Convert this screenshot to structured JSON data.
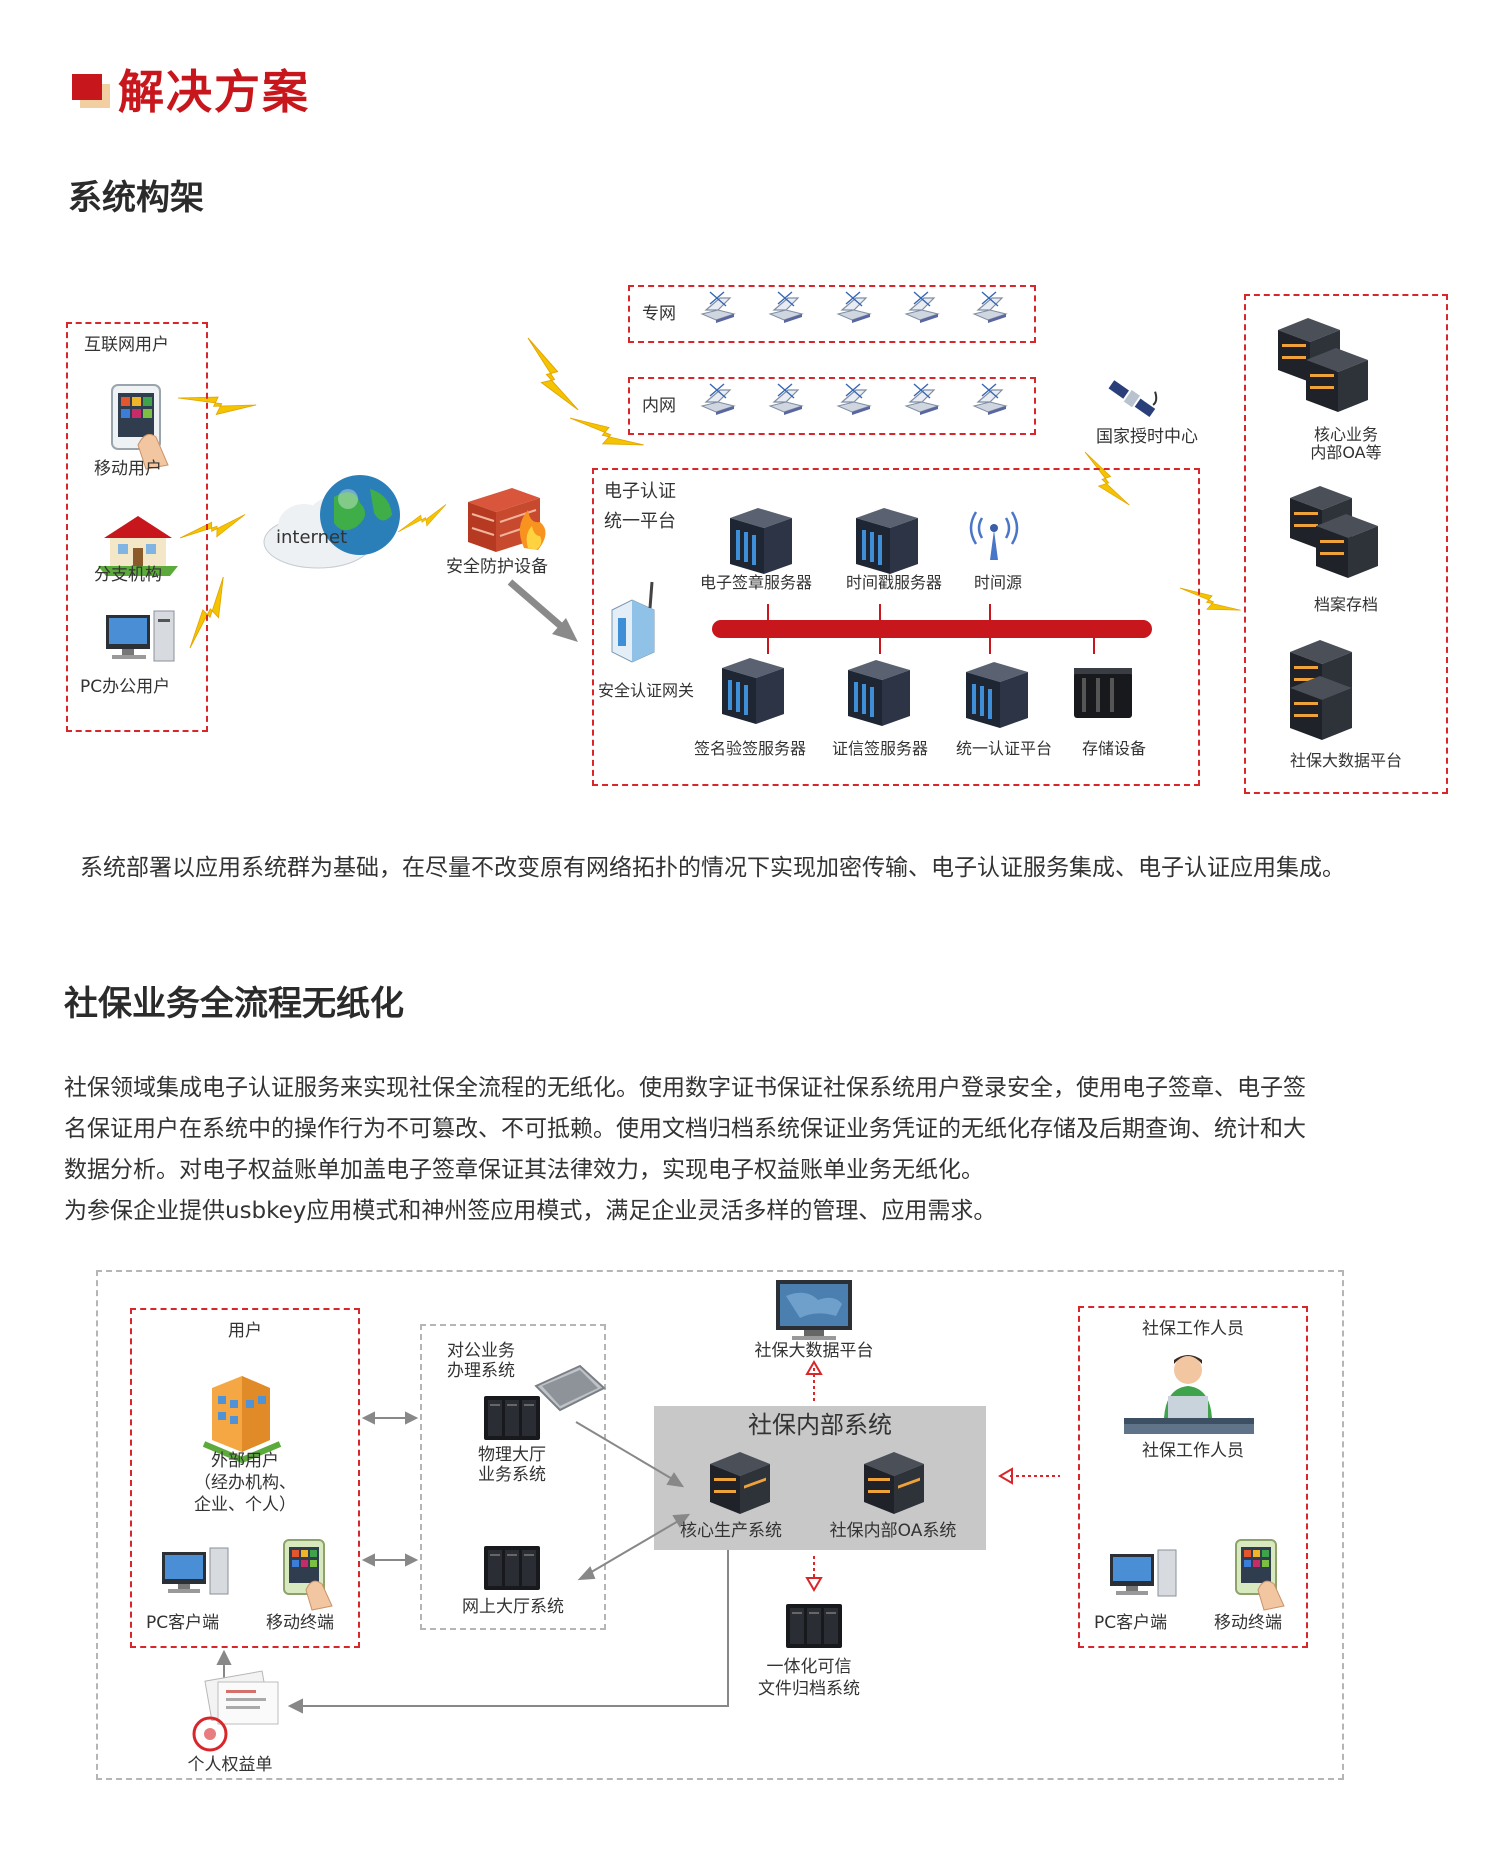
{
  "header": {
    "title": "解决方案"
  },
  "section1": {
    "title": "系统构架",
    "diagram": {
      "internet_users": {
        "title": "互联网用户",
        "mobile": "移动用户",
        "branch": "分支机构",
        "pc": "PC办公用户"
      },
      "cloud_label": "internet",
      "firewall": "安全防护设备",
      "private_net": "专网",
      "intranet": "内网",
      "time_center": "国家授时中心",
      "platform": {
        "title_line1": "电子认证",
        "title_line2": "统一平台",
        "sign_server": "电子签章服务器",
        "timestamp_server": "时间戳服务器",
        "time_source": "时间源",
        "gateway": "安全认证网关",
        "verify_server": "签名验签服务器",
        "cert_server": "证信签服务器",
        "unified_auth": "统一认证平台",
        "storage": "存储设备"
      },
      "right_group": {
        "core_line1": "核心业务",
        "core_line2": "内部OA等",
        "archive": "档案存档",
        "bigdata": "社保大数据平台"
      }
    },
    "caption": "系统部署以应用系统群为基础，在尽量不改变原有网络拓扑的情况下实现加密传输、电子认证服务集成、电子认证应用集成。"
  },
  "section2": {
    "title": "社保业务全流程无纸化",
    "paragraph_lines": [
      "社保领域集成电子认证服务来实现社保全流程的无纸化。使用数字证书保证社保系统用户登录安全，使用电子签章、电子签",
      "名保证用户在系统中的操作行为不可篡改、不可抵赖。使用文档归档系统保证业务凭证的无纸化存储及后期查询、统计和大",
      "数据分析。对电子权益账单加盖电子签章保证其法律效力，实现电子权益账单业务无纸化。",
      "为参保企业提供usbkey应用模式和神州签应用模式，满足企业灵活多样的管理、应用需求。"
    ],
    "diagram": {
      "users": {
        "title": "用户",
        "external_line1": "外部用户",
        "external_line2": "（经办机构、",
        "external_line3": "企业、个人）",
        "pc": "PC客户端",
        "mobile": "移动终端"
      },
      "systems": {
        "public_line1": "对公业务",
        "public_line2": "办理系统",
        "hall_line1": "物理大厅",
        "hall_line2": "业务系统",
        "online_hall": "网上大厅系统"
      },
      "bigdata": "社保大数据平台",
      "internal": {
        "title": "社保内部系统",
        "core": "核心生产系统",
        "oa": "社保内部OA系统"
      },
      "archive_line1": "一体化可信",
      "archive_line2": "文件归档系统",
      "staff": {
        "title": "社保工作人员",
        "person": "社保工作人员",
        "pc": "PC客户端",
        "mobile": "移动终端"
      },
      "statement": "个人权益单"
    }
  },
  "colors": {
    "brand_red": "#c8161d",
    "dash_red": "#d9262b",
    "bus_red": "#c8161d",
    "bolt_yellow": "#f5c400"
  }
}
